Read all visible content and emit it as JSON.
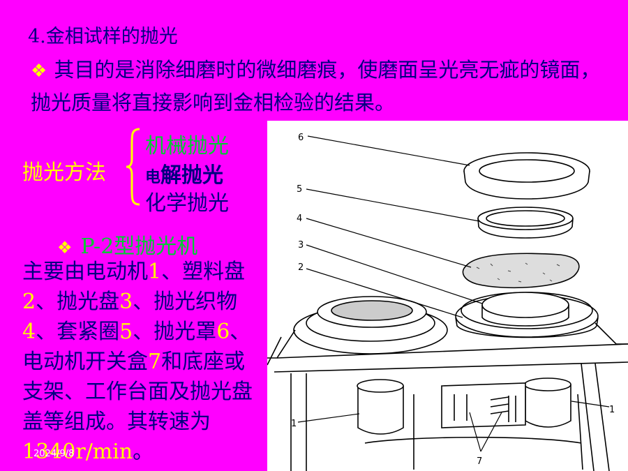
{
  "slide": {
    "title": "4.金相试样的抛光",
    "bullet_text": "其目的是消除细磨时的微细磨痕，使磨面呈光亮无疵的镜面，抛光质量将直接影响到金相检验的结果。",
    "methods_label": "抛光方法",
    "methods": {
      "m1": "机械抛光",
      "m2_a": "电",
      "m2_b": "解抛光",
      "m3": "化学抛光"
    },
    "machine_title": "P-2型抛光机",
    "desc": {
      "t1": "主要由电动机",
      "n1": "1",
      "t2": "、塑料盘",
      "n2": "2",
      "t3": "、抛光盘",
      "n3": "3",
      "t4": "、抛光织物",
      "n4": "4",
      "t5": "、套紧圈",
      "n5": "5",
      "t6": "、抛光罩",
      "n6": "6",
      "t7": "、电动机开关盒",
      "n7": "7",
      "t8": "和底座或支架、工作台面及抛光盘盖等组成。其转速为",
      "n8": "1340r/min",
      "t9": "。"
    },
    "date": "2024/9/8"
  },
  "figure_labels": {
    "l6": "6",
    "l5": "5",
    "l4": "4",
    "l3": "3",
    "l2": "2",
    "l1_left": "1",
    "l1_right": "1",
    "l7": "7"
  },
  "colors": {
    "background": "#ff00ff",
    "text_dark": "#000080",
    "accent_yellow": "#ffff00",
    "accent_green": "#00cc33"
  }
}
